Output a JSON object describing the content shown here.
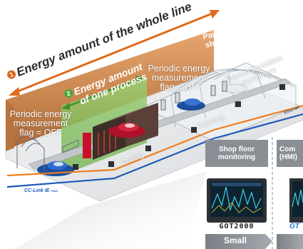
{
  "whole_line": {
    "number": "1",
    "label": "Energy amount of the whole line"
  },
  "one_process": {
    "number": "2",
    "label_line1": "Energy amount",
    "label_line2": "of one process"
  },
  "paint_shop": {
    "line1": "Paint",
    "line2": "shop"
  },
  "flag_on": {
    "line1": "Periodic energy",
    "line2": "measurement",
    "line3": "flag = ON"
  },
  "flag_off": {
    "line1": "Periodic energy",
    "line2": "measurement",
    "line3": "flag = OFF"
  },
  "process_labels": {
    "electrodeposition": "Electrodeposition",
    "equipment": "equipment",
    "painting": "Painting",
    "curing": "Curing"
  },
  "network": {
    "ethernet": "Ethernet",
    "cclink": "CC-Link IE",
    "cclink_field": "Field"
  },
  "panel_shop": {
    "header_line1": "Shop floor",
    "header_line2": "monitoring",
    "product": "GOT2000",
    "size": "Small"
  },
  "panel_right": {
    "header_line1": "Com",
    "header_line2": "(HMI)",
    "product": "GT"
  },
  "colors": {
    "orange": "#e06a1f",
    "green": "#4aa33a",
    "panel_gray": "#8a8f96",
    "network_orange": "#f07d1c",
    "network_blue": "#1e5bb8"
  }
}
